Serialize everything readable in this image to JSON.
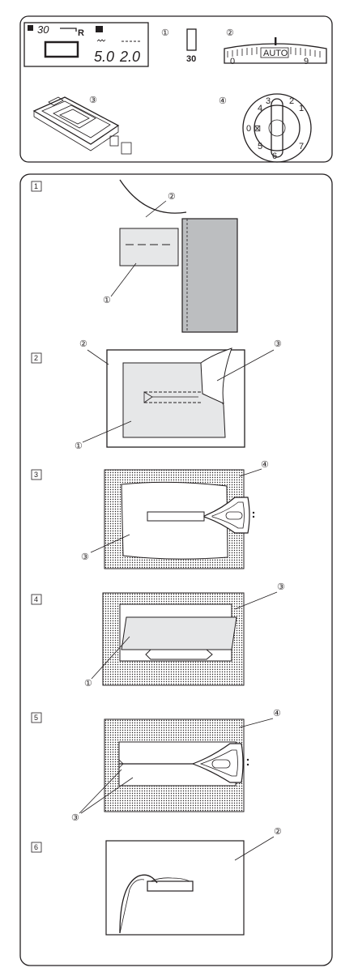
{
  "settings_panel": {
    "lcd": {
      "pattern_number": "30",
      "presser_foot": "R",
      "stitch_width": "5.0",
      "stitch_length": "2.0"
    },
    "callouts": [
      "①",
      "②",
      "③",
      "④"
    ],
    "needle_position_value": "30",
    "thread_tension_dial": {
      "mode_label": "AUTO",
      "min_label": "0",
      "max_label": "9"
    },
    "stitch_dial_labels": [
      "1",
      "2",
      "3",
      "4",
      "5",
      "6",
      "7",
      "0",
      "⊠"
    ]
  },
  "steps": [
    {
      "number": "1",
      "callouts": [
        "①",
        "②"
      ]
    },
    {
      "number": "2",
      "callouts": [
        "①",
        "②",
        "③"
      ]
    },
    {
      "number": "3",
      "callouts": [
        "③",
        "④"
      ]
    },
    {
      "number": "4",
      "callouts": [
        "①",
        "③"
      ]
    },
    {
      "number": "5",
      "callouts": [
        "③",
        "④"
      ]
    },
    {
      "number": "6",
      "callouts": [
        "②"
      ]
    }
  ],
  "colors": {
    "line": "#231f20",
    "fabric_gray": "#e6e7e8",
    "dark_gray": "#bcbec0"
  }
}
